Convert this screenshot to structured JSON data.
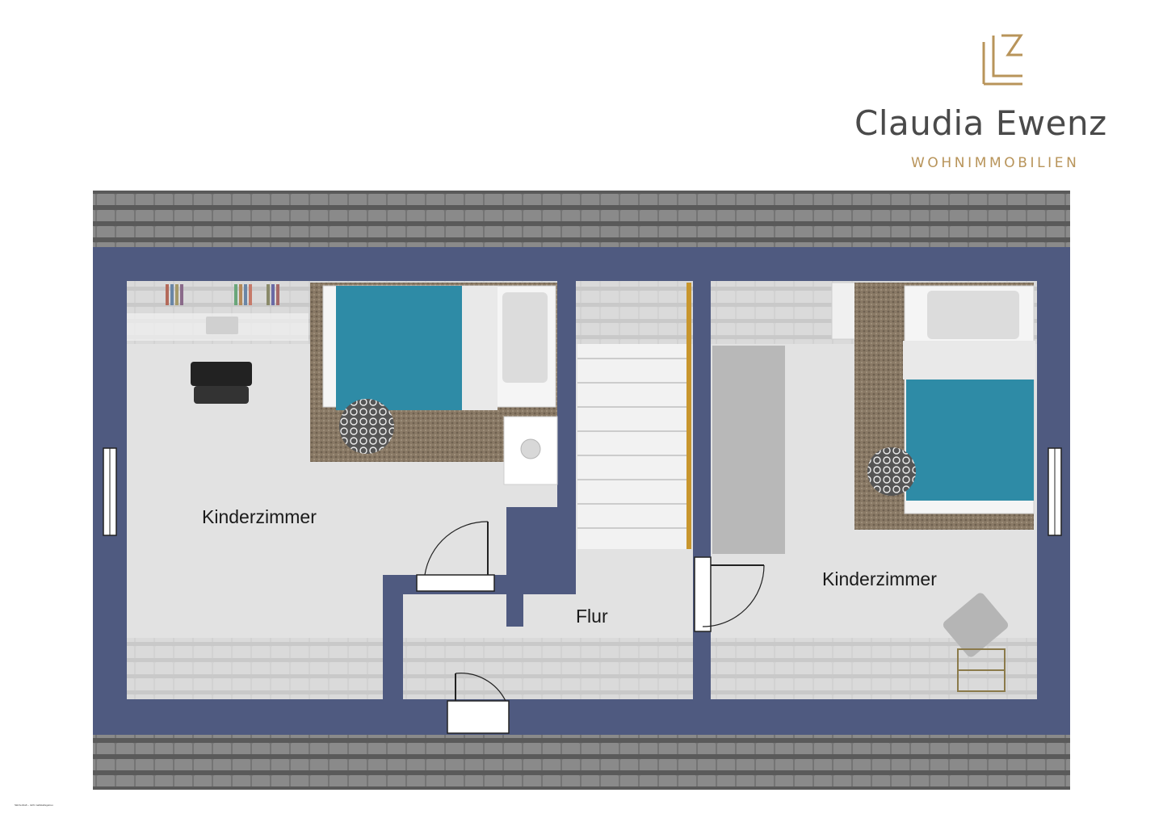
{
  "brand": {
    "name": "Claudia Ewenz",
    "subtitle": "WOHNIMMOBILIEN",
    "logo_icon": "ce-monogram-icon",
    "accent_color": "#b8945a"
  },
  "rooms": {
    "left": {
      "label": "Kinderzimmer"
    },
    "right": {
      "label": "Kinderzimmer"
    },
    "hall": {
      "label": "Flur"
    }
  },
  "disclaimer": "Skizzenhaft – nicht maßstabsgetreu",
  "colors": {
    "wall": "#4f5a80",
    "floor": "#e2e2e2",
    "roof": "#6b6b6b",
    "bed_cover": "#2e8ba6",
    "stair_rail": "#c8962e"
  }
}
